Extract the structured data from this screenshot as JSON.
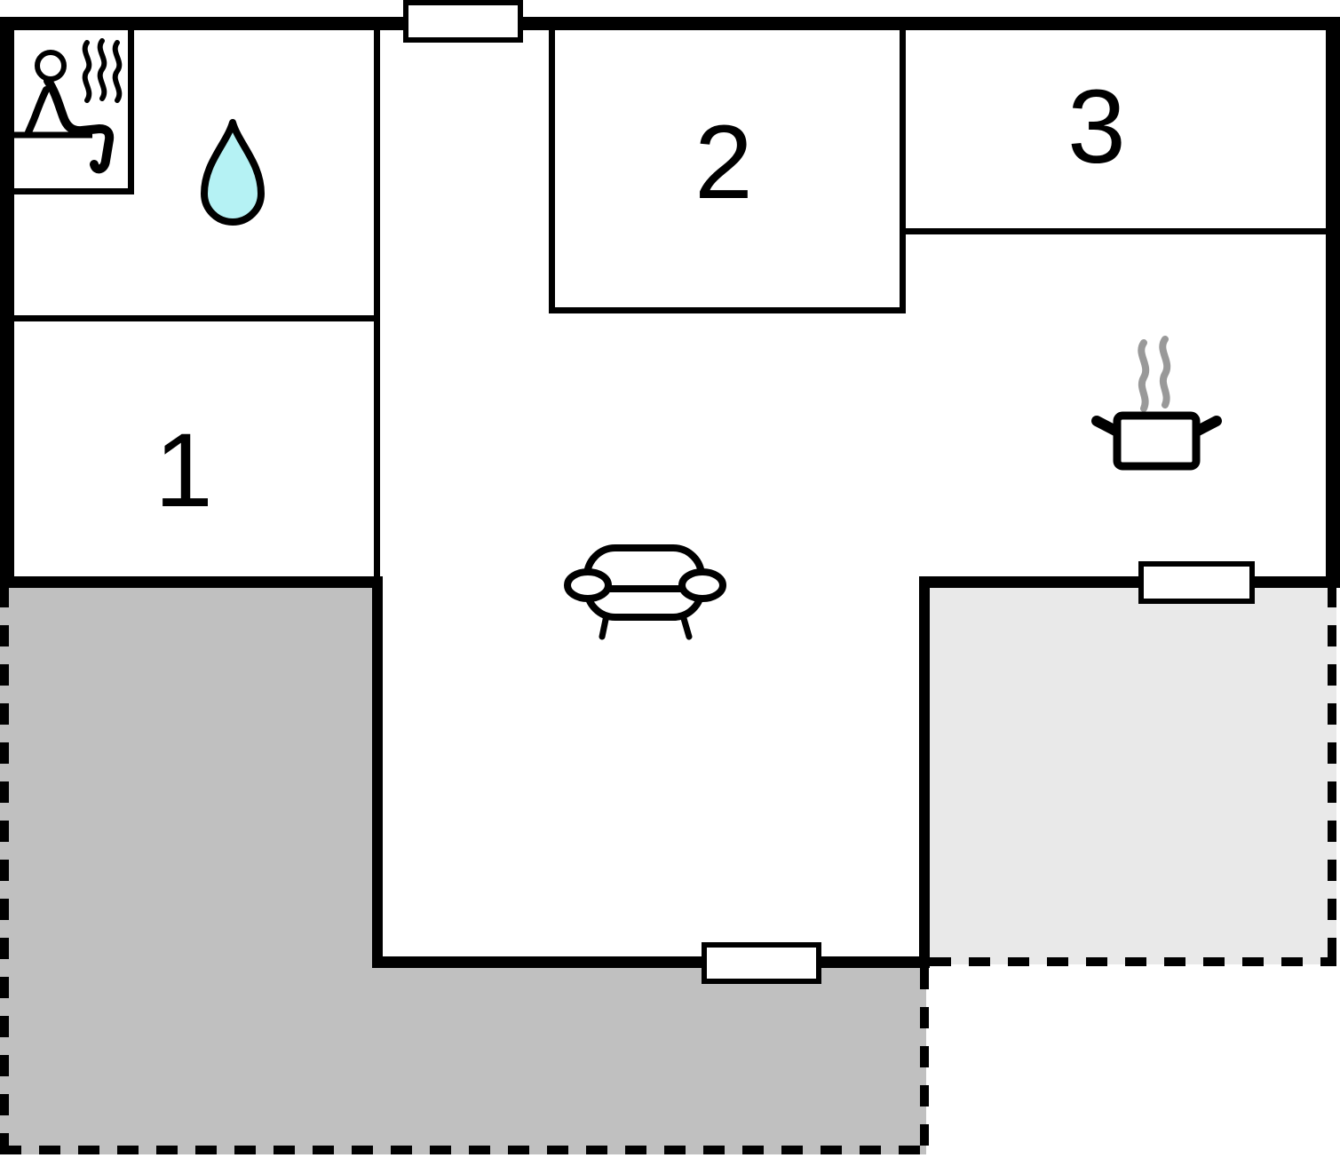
{
  "plan": {
    "title": "apartment-floor-plan",
    "rooms": [
      {
        "id": "room-1",
        "label": "1"
      },
      {
        "id": "room-2",
        "label": "2"
      },
      {
        "id": "room-3",
        "label": "3"
      }
    ],
    "icons": [
      "sauna-person-icon",
      "water-drop-icon",
      "cooking-pot-icon",
      "sofa-icon"
    ],
    "window_count": 3,
    "colors": {
      "wall": "#000000",
      "background": "#ffffff",
      "terrace_dark": "#c0c0c0",
      "terrace_light": "#e9e9e9",
      "water_drop_fill": "#b5f2f4",
      "steam_gray": "#999999"
    }
  }
}
